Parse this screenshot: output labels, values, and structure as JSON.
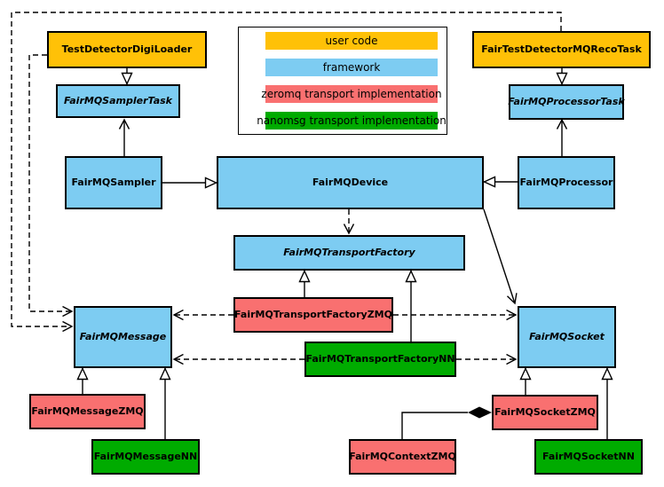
{
  "colors": {
    "user_code": "#FFC107",
    "framework": "#7DCCF2",
    "zeromq": "#F97070",
    "nanomsg": "#00AB00",
    "border": "#000000",
    "background": "#ffffff"
  },
  "legend": {
    "items": [
      {
        "label": "user code",
        "color": "#FFC107"
      },
      {
        "label": "framework",
        "color": "#7DCCF2"
      },
      {
        "label": "zeromq transport implementation",
        "color": "#F97070"
      },
      {
        "label": "nanomsg transport implementation",
        "color": "#00AB00"
      }
    ]
  },
  "diagram": {
    "nodes": {
      "digi_loader": {
        "label": "TestDetectorDigiLoader",
        "type": "user_code",
        "abstract": false
      },
      "reco_task": {
        "label": "FairTestDetectorMQRecoTask",
        "type": "user_code",
        "abstract": false
      },
      "sampler_task": {
        "label": "FairMQSamplerTask",
        "type": "framework",
        "abstract": true
      },
      "processor_task": {
        "label": "FairMQProcessorTask",
        "type": "framework",
        "abstract": true
      },
      "sampler": {
        "label": "FairMQSampler",
        "type": "framework",
        "abstract": false
      },
      "device": {
        "label": "FairMQDevice",
        "type": "framework",
        "abstract": false
      },
      "processor": {
        "label": "FairMQProcessor",
        "type": "framework",
        "abstract": false
      },
      "transport_factory": {
        "label": "FairMQTransportFactory",
        "type": "framework",
        "abstract": true
      },
      "message": {
        "label": "FairMQMessage",
        "type": "framework",
        "abstract": true
      },
      "socket": {
        "label": "FairMQSocket",
        "type": "framework",
        "abstract": true
      },
      "tf_zmq": {
        "label": "FairMQTransportFactoryZMQ",
        "type": "zeromq",
        "abstract": false
      },
      "tf_nn": {
        "label": "FairMQTransportFactoryNN",
        "type": "nanomsg",
        "abstract": false
      },
      "msg_zmq": {
        "label": "FairMQMessageZMQ",
        "type": "zeromq",
        "abstract": false
      },
      "msg_nn": {
        "label": "FairMQMessageNN",
        "type": "nanomsg",
        "abstract": false
      },
      "ctx_zmq": {
        "label": "FairMQContextZMQ",
        "type": "zeromq",
        "abstract": false
      },
      "sock_zmq": {
        "label": "FairMQSocketZMQ",
        "type": "zeromq",
        "abstract": false
      },
      "sock_nn": {
        "label": "FairMQSocketNN",
        "type": "nanomsg",
        "abstract": false
      }
    },
    "edges": [
      {
        "from": "TestDetectorDigiLoader",
        "to": "FairMQSamplerTask",
        "relation": "inheritance"
      },
      {
        "from": "FairTestDetectorMQRecoTask",
        "to": "FairMQProcessorTask",
        "relation": "inheritance"
      },
      {
        "from": "FairMQSampler",
        "to": "FairMQSamplerTask",
        "relation": "association"
      },
      {
        "from": "FairMQProcessor",
        "to": "FairMQProcessorTask",
        "relation": "association"
      },
      {
        "from": "FairMQSampler",
        "to": "FairMQDevice",
        "relation": "inheritance"
      },
      {
        "from": "FairMQProcessor",
        "to": "FairMQDevice",
        "relation": "inheritance"
      },
      {
        "from": "FairMQDevice",
        "to": "FairMQTransportFactory",
        "relation": "dashed-dependency"
      },
      {
        "from": "FairMQDevice",
        "to": "FairMQSocket",
        "relation": "association"
      },
      {
        "from": "FairMQTransportFactoryZMQ",
        "to": "FairMQTransportFactory",
        "relation": "inheritance"
      },
      {
        "from": "FairMQTransportFactoryNN",
        "to": "FairMQTransportFactory",
        "relation": "inheritance"
      },
      {
        "from": "FairMQTransportFactoryZMQ",
        "to": "FairMQMessage",
        "relation": "dashed-dependency"
      },
      {
        "from": "FairMQTransportFactoryZMQ",
        "to": "FairMQSocket",
        "relation": "dashed-dependency"
      },
      {
        "from": "FairMQTransportFactoryNN",
        "to": "FairMQMessage",
        "relation": "dashed-dependency"
      },
      {
        "from": "FairMQTransportFactoryNN",
        "to": "FairMQSocket",
        "relation": "dashed-dependency"
      },
      {
        "from": "FairMQMessageZMQ",
        "to": "FairMQMessage",
        "relation": "inheritance"
      },
      {
        "from": "FairMQMessageNN",
        "to": "FairMQMessage",
        "relation": "inheritance"
      },
      {
        "from": "FairMQSocketZMQ",
        "to": "FairMQSocket",
        "relation": "inheritance"
      },
      {
        "from": "FairMQSocketNN",
        "to": "FairMQSocket",
        "relation": "inheritance"
      },
      {
        "from": "FairMQContextZMQ",
        "to": "FairMQSocketZMQ",
        "relation": "composition"
      },
      {
        "from": "TestDetectorDigiLoader",
        "to": "FairMQMessage",
        "relation": "dashed-dependency"
      },
      {
        "from": "FairTestDetectorMQRecoTask",
        "to": "FairMQMessage",
        "relation": "dashed-dependency"
      }
    ]
  }
}
